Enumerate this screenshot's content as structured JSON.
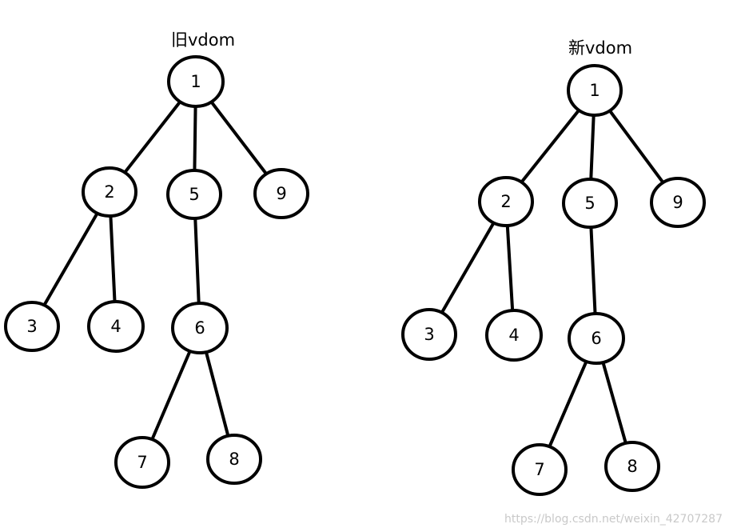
{
  "diagram": {
    "old_tree": {
      "title": "旧vdom",
      "nodes": [
        "1",
        "2",
        "5",
        "9",
        "3",
        "4",
        "6",
        "7",
        "8"
      ],
      "edges": [
        [
          "1",
          "2"
        ],
        [
          "1",
          "5"
        ],
        [
          "1",
          "9"
        ],
        [
          "2",
          "3"
        ],
        [
          "2",
          "4"
        ],
        [
          "5",
          "6"
        ],
        [
          "6",
          "7"
        ],
        [
          "6",
          "8"
        ]
      ]
    },
    "new_tree": {
      "title": "新vdom",
      "nodes": [
        "1",
        "2",
        "5",
        "9",
        "3",
        "4",
        "6",
        "7",
        "8"
      ],
      "edges": [
        [
          "1",
          "2"
        ],
        [
          "1",
          "5"
        ],
        [
          "1",
          "9"
        ],
        [
          "2",
          "3"
        ],
        [
          "2",
          "4"
        ],
        [
          "5",
          "6"
        ],
        [
          "6",
          "7"
        ],
        [
          "6",
          "8"
        ]
      ]
    }
  },
  "watermark": "https://blog.csdn.net/weixin_42707287"
}
